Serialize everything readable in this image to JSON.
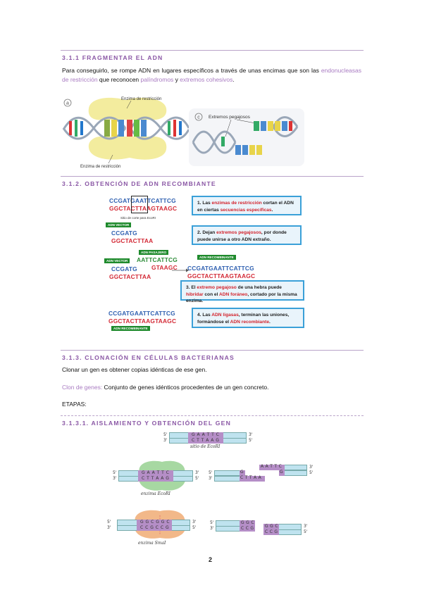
{
  "sections": {
    "s1": {
      "heading": "3.1.1 FRAGMENTAR EL ADN",
      "para_a": "Para conseguirlo, se rompe ADN en lugares específicos a través de unas encimas que son las",
      "term1": "endonucleasas de restricción",
      "mid1": " que reconocen ",
      "term2": "palíndromos",
      "mid2": " y ",
      "term3": "extremos cohesivos",
      "end": ".",
      "fig": {
        "label_a": "a",
        "label_c": "c",
        "enzyme_top": "Enzima de restricción",
        "enzyme_bottom": "Enzima de restricción",
        "sticky_ends": "Extremos pegajosos"
      }
    },
    "s2": {
      "heading": "3.1.2. OBTENCIÓN DE ADN RECOMBIANTE",
      "seq_top1": "CCGATGAATTCATTCG",
      "seq_top2": "GGCTACTTAAGTAAGC",
      "cut_site_note": "Sitio de corte para EcoRI",
      "label_vector": "ADN VECTOR",
      "seq_v1": "CCGATG",
      "seq_v2": "GGCTACTTAA",
      "label_passenger": "ADN PASAJERO",
      "label_vector2": "ADN VECTOR",
      "seq_p1": "AATTCATTCG",
      "seq_p2": "GTAAGC",
      "seq_v3": "CCGATG",
      "seq_v4": "GGCTACTTAA",
      "label_recomb1": "ADN RECOMBINANTE",
      "seq_r1": "CCGATGAATTCATTCG",
      "seq_r2": "GGCTACTTAAGTAAGC",
      "seq_f1": "CCGATGAATTCATTCG",
      "seq_f2": "GGCTACTTAAGTAAGC",
      "label_recomb2": "ADN RECOMBINANTE",
      "box1": {
        "a": "1. Las ",
        "b": "enzimas de restricción",
        "c": " cortan el ADN en ciertas ",
        "d": "secuencias específicas",
        "e": "."
      },
      "box2": {
        "a": "2. Dejan ",
        "b": "extremos pegajosos",
        "c": ", por donde puede unirse a otro ADN extraño."
      },
      "box3": {
        "a": "3. El ",
        "b": "extremo pegajoso",
        "c": " de una hebra puede ",
        "d": "hibridar",
        "e": " con el ",
        "f": "ADN foráneo",
        "g": ", cortado por la misma enzima."
      },
      "box4": {
        "a": "4. Las ",
        "b": "ADN ligasas",
        "c": ", terminan las uniones, formándose el ",
        "d": "ADN recombiante",
        "e": "."
      }
    },
    "s3": {
      "heading": "3.1.3. CLONACIÓN EN CÉLULAS BACTERIANAS",
      "p1": "Clonar un gen es obtener copias idénticas de ese gen.",
      "term": "Clon de genes:",
      "p2": " Conjunto de genes idénticos procedentes de un gen concreto.",
      "etapas": "ETAPAS:"
    },
    "s4": {
      "heading": "3.1.3.1. AISLAMIENTO Y OBTENCIÓN DEL GEN",
      "top_seq1": "G A A T T C",
      "top_seq2": "C T T A A G",
      "top_note": "sitio de EcoRI",
      "mid_seq1": "G A A T T C",
      "mid_seq2": "C T T A A G",
      "mid_note": "enzima EcoRI",
      "cut_g": "G",
      "cut_cttaa": "C T T A A",
      "cut_aattc": "A A T T C",
      "cut_g2": "G",
      "bot_seq1": "G G C G G C",
      "bot_seq2": "C C G C C G",
      "bot_note": "enzima SmaI",
      "bc_l1": "G G C",
      "bc_l2": "C C G",
      "bc_r1": "G G C",
      "bc_r2": "C C G",
      "end5": "5'",
      "end3": "3'"
    }
  },
  "page_number": "2"
}
